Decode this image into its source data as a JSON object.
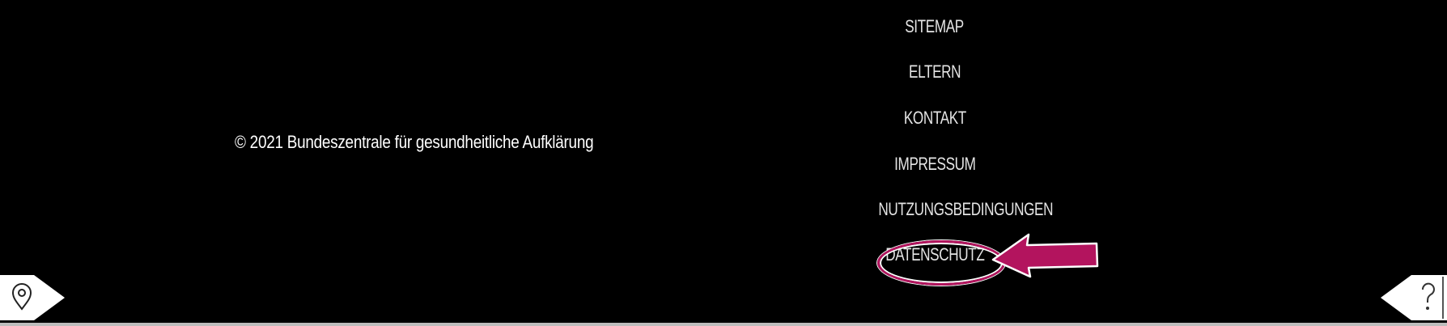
{
  "footer": {
    "copyright": "© 2021 Bundeszentrale für gesundheitliche Aufklärung",
    "links": [
      {
        "label": "SITEMAP"
      },
      {
        "label": "ELTERN"
      },
      {
        "label": "KONTAKT"
      },
      {
        "label": "IMPRESSUM"
      },
      {
        "label": "NUTZUNGSBEDINGUNGEN"
      },
      {
        "label": "DATENSCHUTZ"
      }
    ]
  },
  "annotation": {
    "highlighted_link": "DATENSCHUTZ",
    "accent_color": "#b3145e"
  },
  "tabs": {
    "left_icon": "location-pin-icon",
    "right_icon": "question-mark-icon"
  }
}
